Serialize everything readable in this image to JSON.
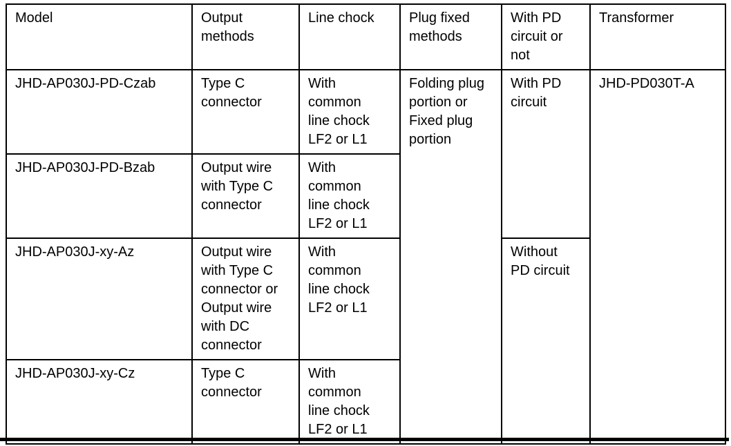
{
  "table": {
    "headers": [
      "Model",
      "Output\nmethods",
      "Line chock",
      "Plug fixed\nmethods",
      "With PD\ncircuit or\nnot",
      "Transformer"
    ],
    "rows": [
      {
        "model": "JHD-AP030J-PD-Czab",
        "output": "Type C\nconnector",
        "chock": "With\ncommon\nline chock\nLF2 or L1"
      },
      {
        "model": "JHD-AP030J-PD-Bzab",
        "output": "Output wire\nwith Type C\nconnector",
        "chock": "With\ncommon\nline chock\nLF2 or L1"
      },
      {
        "model": "JHD-AP030J-xy-Az",
        "output": "Output wire\nwith Type C\nconnector or\nOutput wire\nwith DC\nconnector",
        "chock": "With\ncommon\nline chock\nLF2 or L1"
      },
      {
        "model": "JHD-AP030J-xy-Cz",
        "output": "Type C\nconnector",
        "chock": "With\ncommon\nline chock\nLF2 or L1"
      }
    ],
    "plug_fixed_methods": "Folding plug\nportion or\nFixed plug\nportion",
    "pd_with": "With PD\ncircuit",
    "pd_without": "Without\nPD circuit",
    "transformer_value": "JHD-PD030T-A"
  },
  "colors": {
    "text": "#000000",
    "border": "#000000",
    "background": "#ffffff"
  }
}
